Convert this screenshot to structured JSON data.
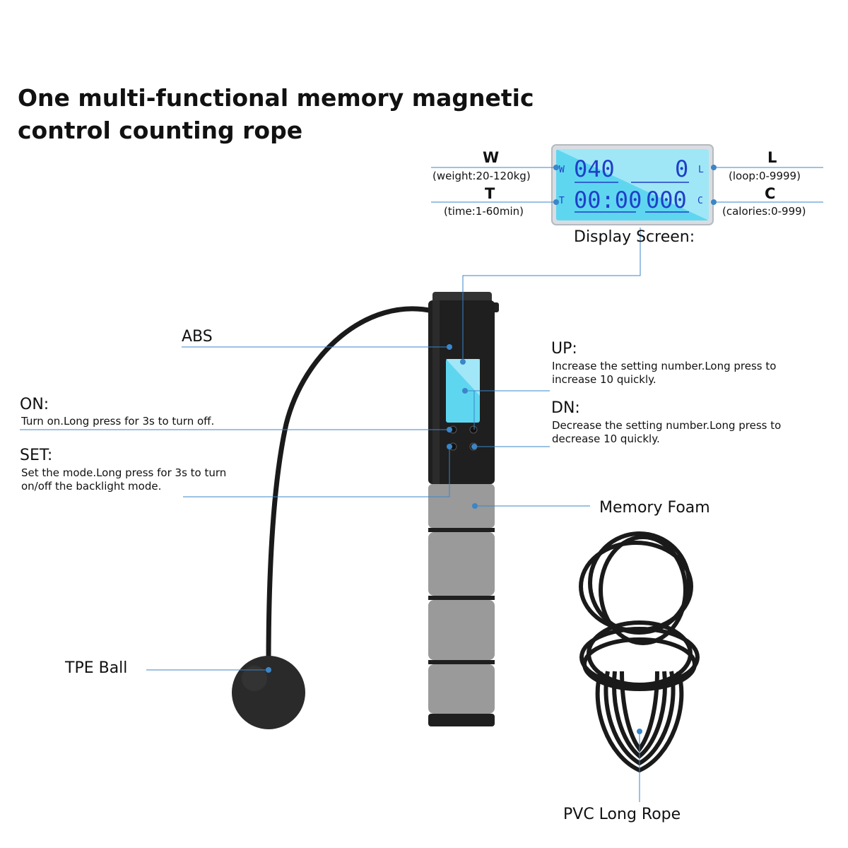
{
  "title": {
    "line1": "One multi-functional memory magnetic",
    "line2": "control counting rope"
  },
  "display": {
    "caption": "Display Screen:",
    "W": {
      "letter": "W",
      "desc": "(weight:20-120kg)",
      "tag": "W",
      "value": "040"
    },
    "L": {
      "letter": "L",
      "desc": "(loop:0-9999)",
      "tag": "L",
      "value": "0"
    },
    "T": {
      "letter": "T",
      "desc": "(time:1-60min)",
      "tag": "T",
      "value": "00:00"
    },
    "C": {
      "letter": "C",
      "desc": "(calories:0-999)",
      "tag": "C",
      "value": "000"
    }
  },
  "parts": {
    "abs": "ABS",
    "on": {
      "head": "ON:",
      "desc": "Turn on.Long press for 3s to turn off."
    },
    "set": {
      "head": "SET:",
      "line1": "Set the mode.Long press for 3s to turn",
      "line2": "on/off the backlight mode."
    },
    "up": {
      "head": "UP:",
      "line1": "Increase the setting number.Long press to",
      "line2": "increase 10 quickly."
    },
    "dn": {
      "head": "DN:",
      "line1": "Decrease the setting number.Long press to",
      "line2": "decrease 10 quickly."
    },
    "foam": "Memory Foam",
    "ball": "TPE Ball",
    "rope": "PVC Long Rope"
  },
  "colors": {
    "leader": "#3a86c8",
    "lcd_bg": "#5fd6f0",
    "lcd_text": "#1f3fc8",
    "handle": "#222222",
    "foam": "#9a9a9a"
  }
}
